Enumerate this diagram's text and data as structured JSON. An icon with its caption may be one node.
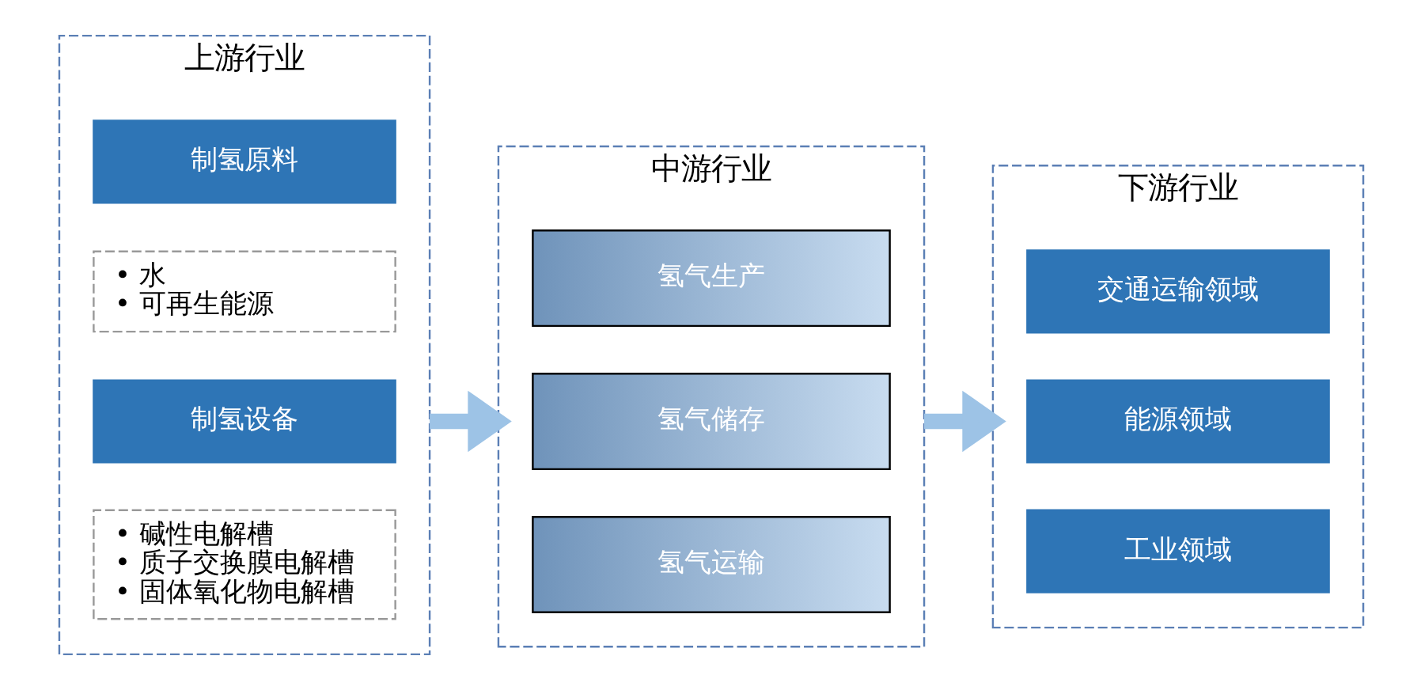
{
  "diagram": {
    "nodes": [
      {
        "text": [
          "上游行业"
        ]
      },
      {
        "text": [
          "制氢原料"
        ],
        "in": 0
      },
      {
        "text": [
          "• 水",
          "• 可再生能源"
        ],
        "in": 0
      },
      {
        "text": [
          "制氢设备"
        ],
        "in": 0
      },
      {
        "text": [
          "• 碱性电解槽",
          "• 质子交换膜电解槽",
          "• 固体氧化物电解槽"
        ],
        "in": 0
      },
      {
        "text": [
          "中游行业"
        ]
      },
      {
        "text": [
          "氢气生产"
        ],
        "in": 5
      },
      {
        "text": [
          "氢气储存"
        ],
        "in": 5
      },
      {
        "text": [
          "氢气运输"
        ],
        "in": 5
      },
      {
        "text": [
          "下游行业"
        ]
      },
      {
        "text": [
          "交通运输领域"
        ],
        "in": 9
      },
      {
        "text": [
          "能源领域"
        ],
        "in": 9
      },
      {
        "text": [
          "工业领域"
        ],
        "in": 9
      }
    ],
    "edges": [
      {
        "from": 0,
        "to": 5,
        "arrow": "to",
        "color": "#9dc3e6"
      },
      {
        "from": 5,
        "to": 9,
        "arrow": "to",
        "color": "#9dc3e6"
      }
    ]
  }
}
